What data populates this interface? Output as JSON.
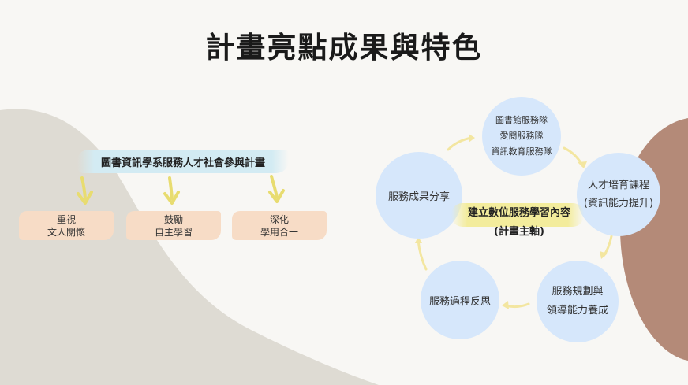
{
  "title": "計畫亮點成果與特色",
  "left": {
    "plan_name": "圖書資訊學系服務人才社會參與計畫",
    "values": [
      {
        "line1": "重視",
        "line2": "文人關懷"
      },
      {
        "line1": "鼓勵",
        "line2": "自主學習"
      },
      {
        "line1": "深化",
        "line2": "學用合一"
      }
    ]
  },
  "cycle": {
    "core_line1": "建立數位服務學習內容",
    "core_line2": "(計畫主軸)",
    "teams": [
      "圖書館服務隊",
      "愛閱服務隊",
      "資訊教育服務隊"
    ],
    "training_line1": "人才培育課程",
    "training_line2": "(資訊能力提升)",
    "planning_line1": "服務規劃與",
    "planning_line2": "領導能力養成",
    "reflection": "服務過程反思",
    "sharing": "服務成果分享"
  },
  "colors": {
    "background": "#f8f7f4",
    "taupe": "#dedbd3",
    "brown": "#b48a78",
    "circle_blue": "#d6e7fb",
    "arrow_yellow": "#f3e6a0",
    "card_peach": "#f7dcc6",
    "banner_blue": "#d3ebf3"
  }
}
